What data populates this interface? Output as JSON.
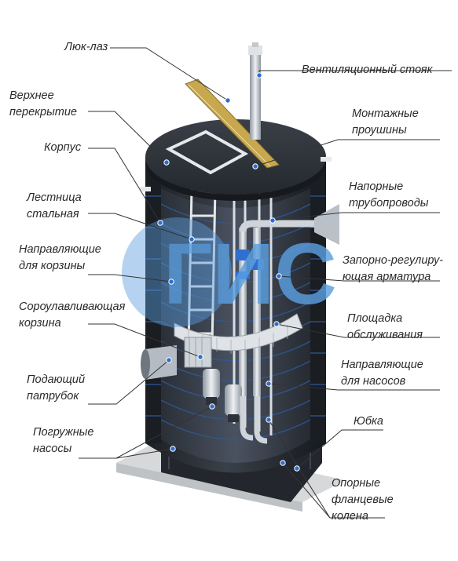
{
  "labels": {
    "hatch": "Люк-лаз",
    "vent": "Вентиляционный стояк",
    "top_slab_1": "Верхнее",
    "top_slab_2": "перекрытие",
    "mount_lugs_1": "Монтажные",
    "mount_lugs_2": "проушины",
    "body": "Корпус",
    "ladder_1": "Лестница",
    "ladder_2": "стальная",
    "pressure_pipes_1": "Напорные",
    "pressure_pipes_2": "трубопроводы",
    "basket_guides_1": "Направляющие",
    "basket_guides_2": "для корзины",
    "valves_1": "Запорно-регулиру-",
    "valves_2": "ющая арматура",
    "basket_1": "Сороулавливающая",
    "basket_2": "корзина",
    "platform_1": "Площадка",
    "platform_2": "обслуживания",
    "inlet_1": "Подающий",
    "inlet_2": "патрубок",
    "pump_guides_1": "Направляющие",
    "pump_guides_2": "для насосов",
    "pumps_1": "Погружные",
    "pumps_2": "насосы",
    "skirt": "Юбка",
    "elbows_1": "Опорные",
    "elbows_2": "фланцевые",
    "elbows_3": "колена"
  },
  "watermark": "ГИС",
  "colors": {
    "tank_dark": "#2b2f35",
    "rib_blue": "#2e5a9c",
    "steel": "#c9ced4",
    "hatch_yellow": "#c8a84e",
    "watermark_blue": "#5b9fe0",
    "leader": "#333333"
  }
}
